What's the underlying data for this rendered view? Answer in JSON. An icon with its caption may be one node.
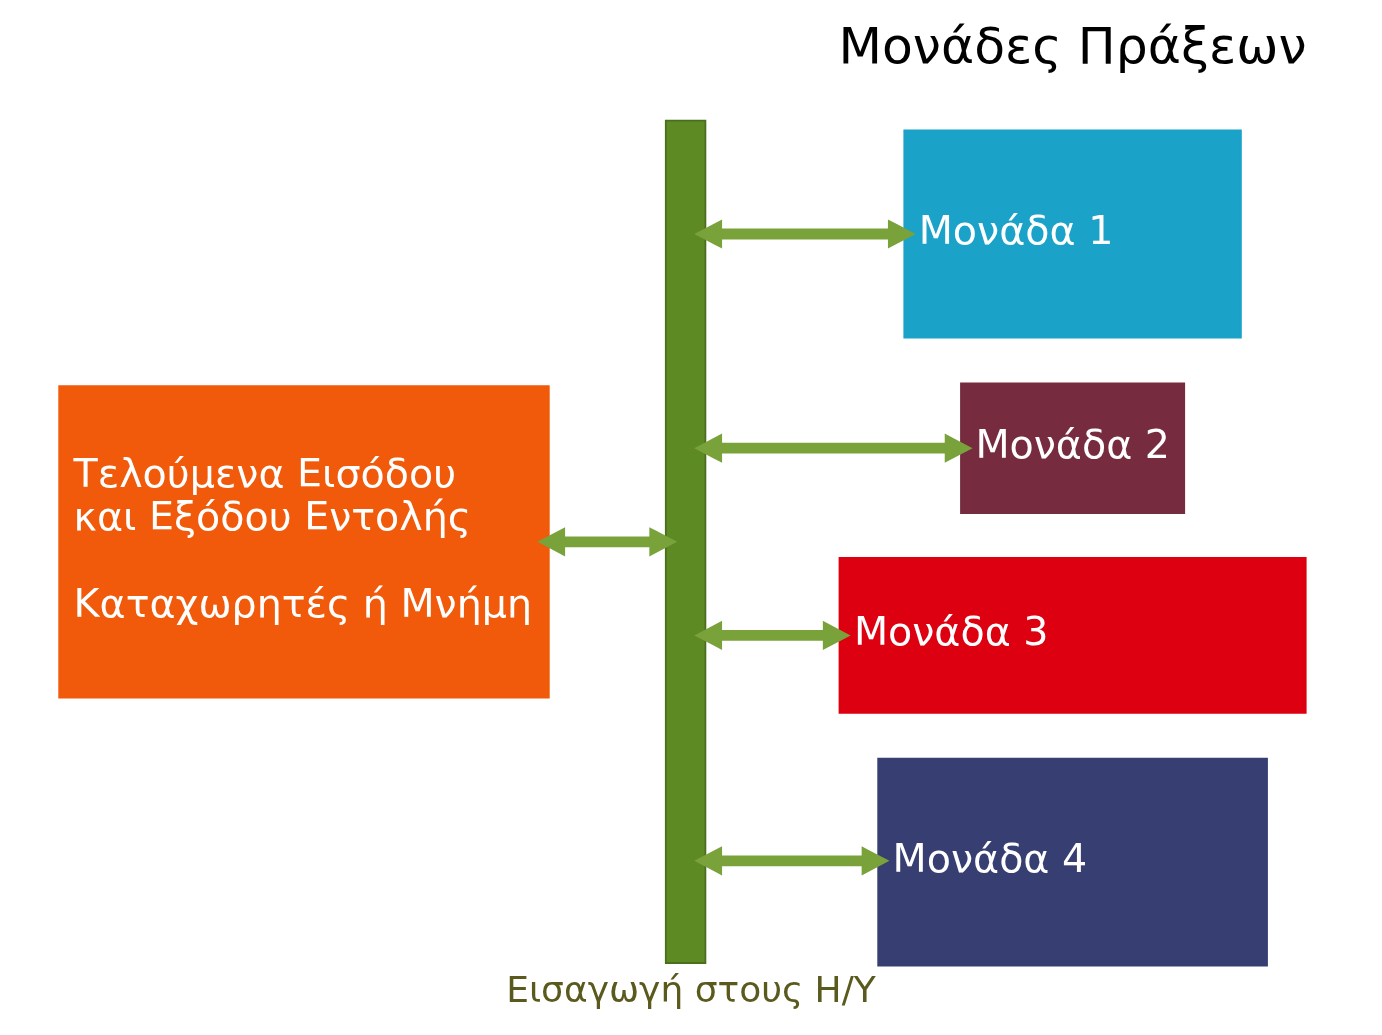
{
  "diagram": {
    "caption": "Εισαγωγή στους Η/Υ",
    "nodes": [
      {
        "text": [
          "Τελούμενα Εισόδου και Εξόδου Εντολής",
          "Καταχωρητές ή Μνήμη"
        ]
      },
      {
        "text": [],
        "shape": "bar"
      },
      {
        "text": [
          "Μονάδα 1"
        ]
      },
      {
        "text": [
          "Μονάδα 2"
        ]
      },
      {
        "text": [
          "Μονάδα 3"
        ]
      },
      {
        "text": [
          "Μονάδα 4"
        ]
      }
    ],
    "edges": [
      {
        "from": 0,
        "to": 1,
        "arrow": "both"
      },
      {
        "from": 1,
        "to": 2,
        "arrow": "both"
      },
      {
        "from": 1,
        "to": 3,
        "arrow": "both"
      },
      {
        "from": 1,
        "to": 4,
        "arrow": "both"
      },
      {
        "from": 1,
        "to": 5,
        "arrow": "both"
      }
    ],
    "labels": [
      "Μονάδες Πράξεων"
    ]
  }
}
